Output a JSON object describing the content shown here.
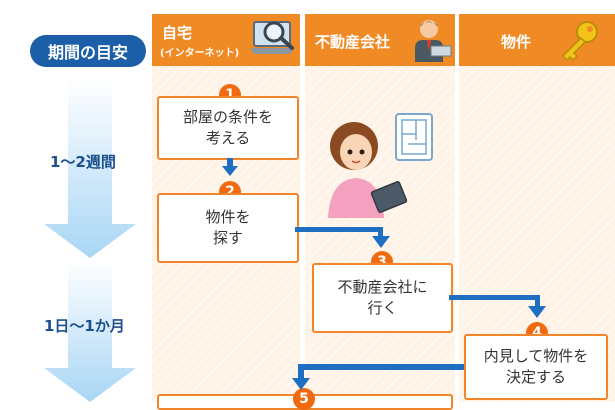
{
  "timeline": {
    "title": "期間の目安",
    "periods": [
      "1〜2週間",
      "1日〜1か月"
    ]
  },
  "columns": {
    "home": {
      "title": "自宅",
      "subtitle": "(インターネット)"
    },
    "agency": {
      "title": "不動産会社"
    },
    "property": {
      "title": "物件"
    }
  },
  "steps": [
    {
      "number": "1",
      "line1": "部屋の条件を",
      "line2": "考える"
    },
    {
      "number": "2",
      "line1": "物件を",
      "line2": "探す"
    },
    {
      "number": "3",
      "line1": "不動産会社に",
      "line2": "行く"
    },
    {
      "number": "4",
      "line1": "内見して物件を",
      "line2": "決定する"
    },
    {
      "number": "5"
    }
  ],
  "icons": {
    "home": "magnifier-laptop-icon",
    "agency": "agent-at-laptop-icon",
    "property": "key-icon",
    "illustration": "woman-with-tablet-floorplan"
  },
  "colors": {
    "accent": "#f08a24",
    "timeline": "#1c5fa8",
    "arrow": "#1e6fc2",
    "step_number": "#f26a10"
  }
}
